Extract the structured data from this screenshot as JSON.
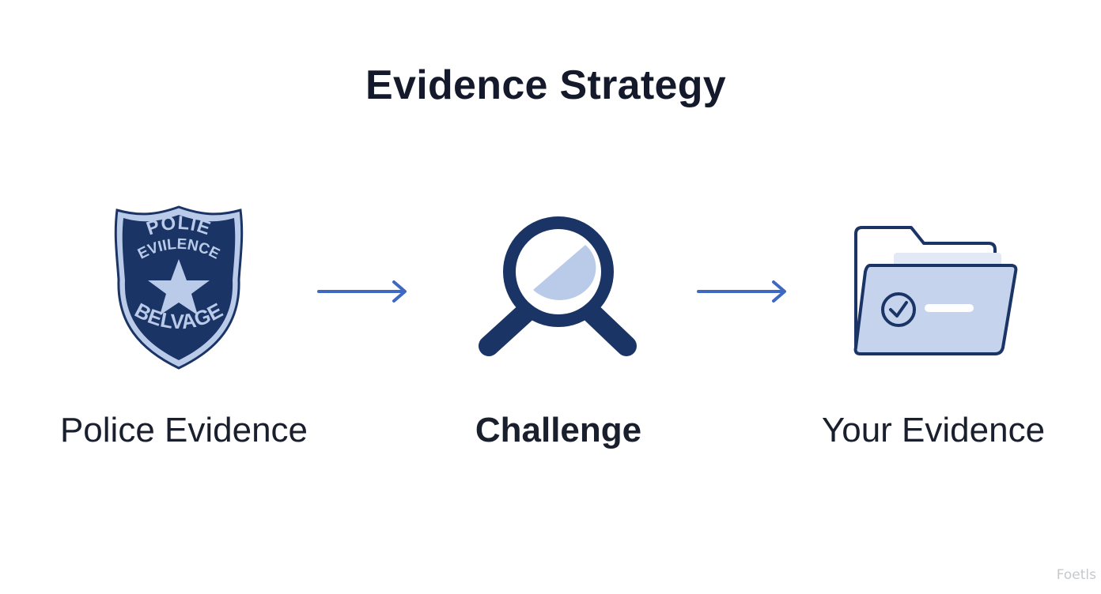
{
  "title": "Evidence Strategy",
  "colors": {
    "navy": "#1b3466",
    "light_blue": "#b9cbe8",
    "arrow_blue": "#3e68c2",
    "text": "#1a1f2e",
    "watermark": "#c6c8cc"
  },
  "steps": [
    {
      "label": "Police Evidence",
      "icon": "police-badge-icon",
      "badge_text_top_1": "POLIE",
      "badge_text_top_2": "EVIILENCE",
      "badge_text_bottom": "BELVAGE"
    },
    {
      "label": "Challenge",
      "icon": "magnifier-icon"
    },
    {
      "label": "Your Evidence",
      "icon": "folder-check-icon"
    }
  ],
  "connectors": [
    "arrow-right-icon",
    "arrow-right-icon"
  ],
  "watermark": "Foetls"
}
